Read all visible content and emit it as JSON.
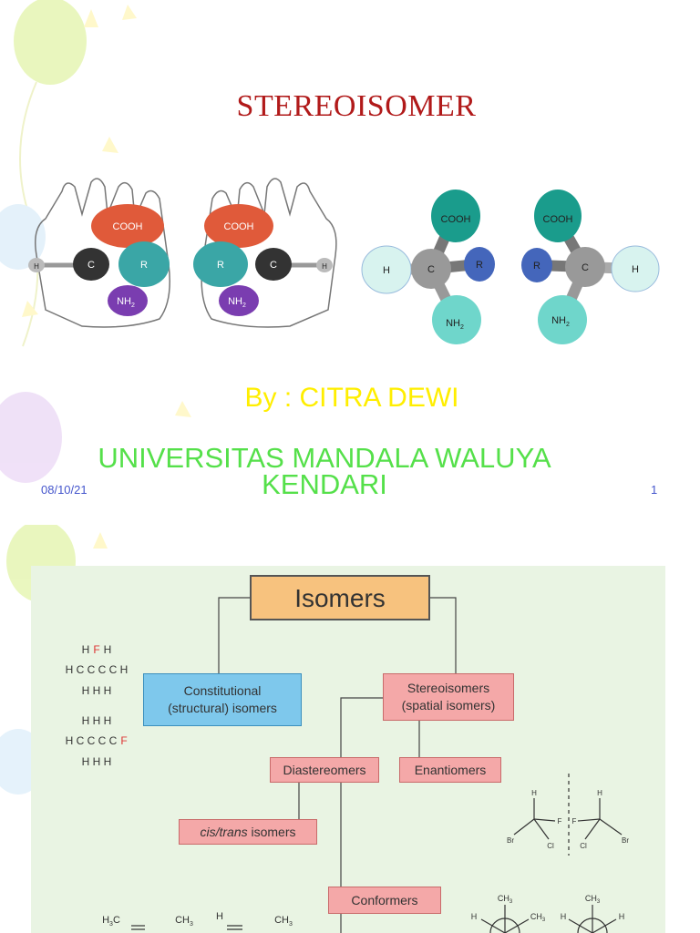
{
  "slide1": {
    "title": "STEREOISOMER",
    "author": "By : CITRA DEWI",
    "institution_line1": "UNIVERSITAS MANDALA  WALUYA",
    "institution_line2": "KENDARI",
    "date": "08/10/21",
    "page_number": "1",
    "molecule_labels": {
      "cooh": "COOH",
      "r": "R",
      "c": "C",
      "h": "H",
      "nh2": "NH",
      "nh2_sub": "2"
    }
  },
  "slide2": {
    "root": "Isomers",
    "constitutional": [
      "Constitutional",
      "(structural) isomers"
    ],
    "stereoisomers": [
      "Stereoisomers",
      "(spatial isomers)"
    ],
    "diastereomers": "Diastereomers",
    "enantiomers": "Enantiomers",
    "cis_trans": "cis/trans isomers",
    "cis_trans_suffix": " isomers",
    "cis_trans_italic": "cis/trans",
    "conformers": "Conformers",
    "structure_labels": {
      "h": "H",
      "f": "F",
      "c": "C",
      "br": "Br",
      "cl": "Cl",
      "ch3": "CH",
      "three": "3"
    }
  },
  "colors": {
    "title": "#b11a1a",
    "author": "#ffee00",
    "institution": "#55e04a",
    "footer": "#4455cc",
    "pink_box": "#f4a8a8",
    "blue_box": "#7ec8ec",
    "orange_box": "#f7c27e",
    "diagram_bg": "#e9f4e3"
  }
}
